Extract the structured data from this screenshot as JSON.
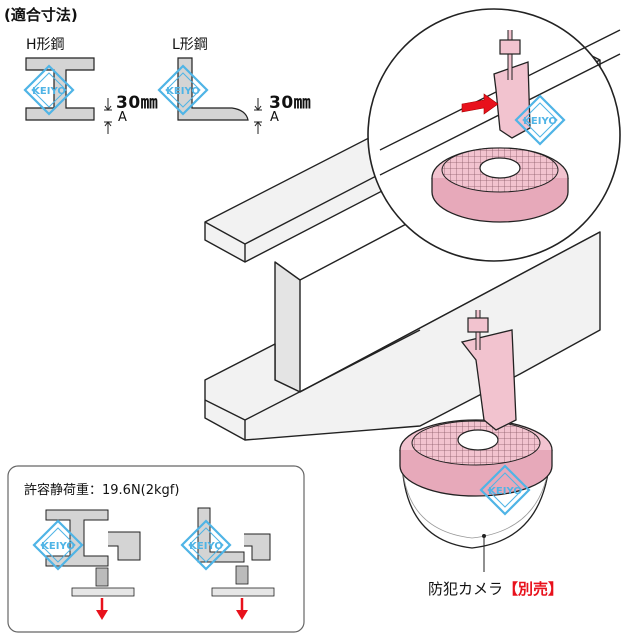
{
  "section_title": "(適合寸法)",
  "h_steel_label": "H形鋼",
  "l_steel_label": "L形鋼",
  "h_dimension": "30㎜",
  "h_dimension_var": "A",
  "l_dimension": "30㎜",
  "l_dimension_var": "A",
  "load_label": "許容静荷重：19.6N(2kgf)",
  "camera_label_prefix": "防犯カメラ",
  "camera_label_highlight": "【別売】",
  "watermark": "KEIYO",
  "colors": {
    "pink": "#f2c3cf",
    "pink_dark": "#cf8a9e",
    "red_accent": "#e8111c",
    "watermark_blue": "#4fb4e6",
    "steel_gray": "#c8c8c8",
    "outline": "#222222"
  }
}
